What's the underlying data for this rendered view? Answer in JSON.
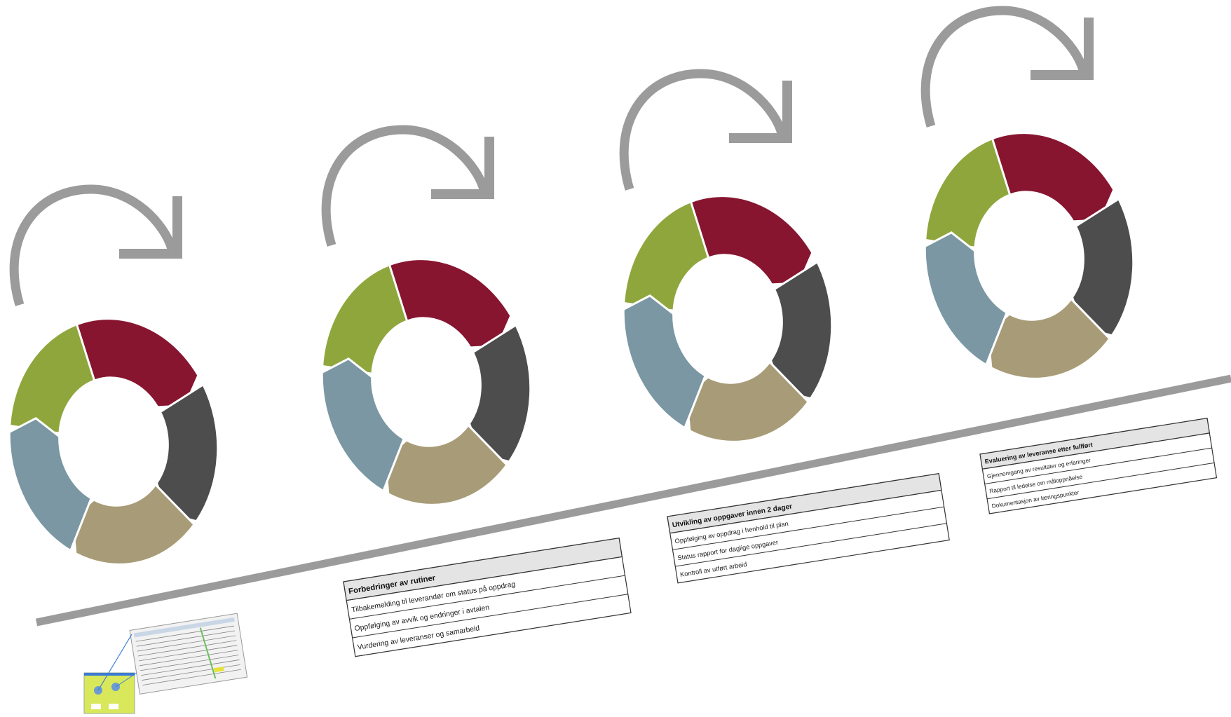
{
  "colors": {
    "green": "#8fa63c",
    "red": "#871530",
    "dark": "#4d4d4d",
    "tan": "#a89c78",
    "blue": "#7a97a3",
    "arrow": "#9b9b9b",
    "timeline": "#9b9b9b"
  },
  "cycles": [
    {
      "icon": "cycle-arrow-icon"
    },
    {
      "icon": "cycle-arrow-icon"
    },
    {
      "icon": "cycle-arrow-icon"
    },
    {
      "icon": "cycle-arrow-icon"
    }
  ],
  "cards": [
    {
      "title": "Forbedringer av rutiner",
      "rows": [
        "Tilbakemelding til leverandør om status på oppdrag",
        "Oppfølging av avvik og endringer i avtalen",
        "Vurdering av leveranser og samarbeid"
      ]
    },
    {
      "title": "Utvikling av oppgaver innen 2 dager",
      "rows": [
        "Oppfølging av oppdrag i henhold til plan",
        "Status rapport for daglige oppgaver",
        "Kontroll av utført arbeid"
      ]
    },
    {
      "title": "Evaluering av leveranse etter fullført",
      "rows": [
        "Gjennomgang av resultater og erfaringer",
        "Rapport til ledelse om måloppnåelse",
        "Dokumentasjon av læringspunkter"
      ]
    }
  ],
  "thumbnail": {
    "icon": "document-thumbnail-icon"
  }
}
